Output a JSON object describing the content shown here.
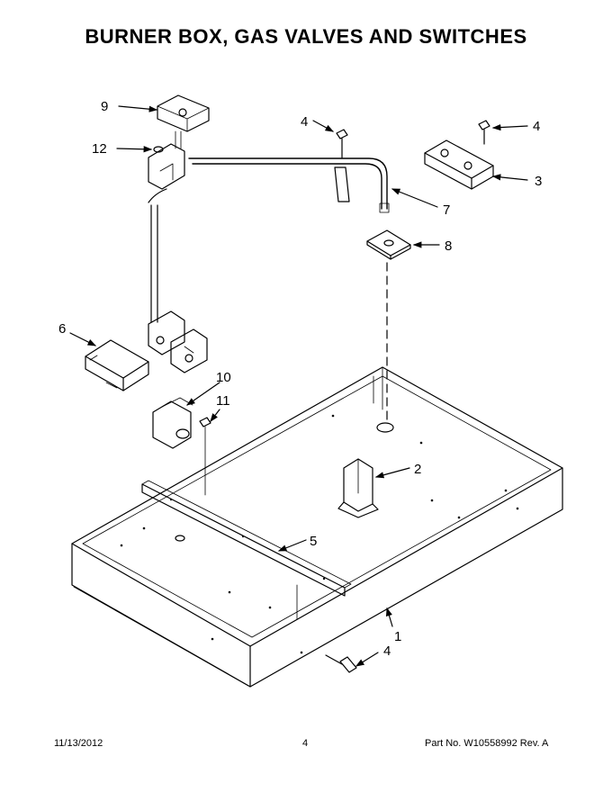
{
  "title": "BURNER BOX, GAS VALVES AND SWITCHES",
  "callouts": {
    "c1": "1",
    "c2": "2",
    "c3": "3",
    "c4a": "4",
    "c4b": "4",
    "c4c": "4",
    "c5": "5",
    "c6": "6",
    "c7": "7",
    "c8": "8",
    "c9": "9",
    "c10": "10",
    "c11": "11",
    "c12": "12"
  },
  "footer": {
    "date": "11/13/2012",
    "page": "4",
    "part": "Part No.  W10558992  Rev.  A"
  }
}
